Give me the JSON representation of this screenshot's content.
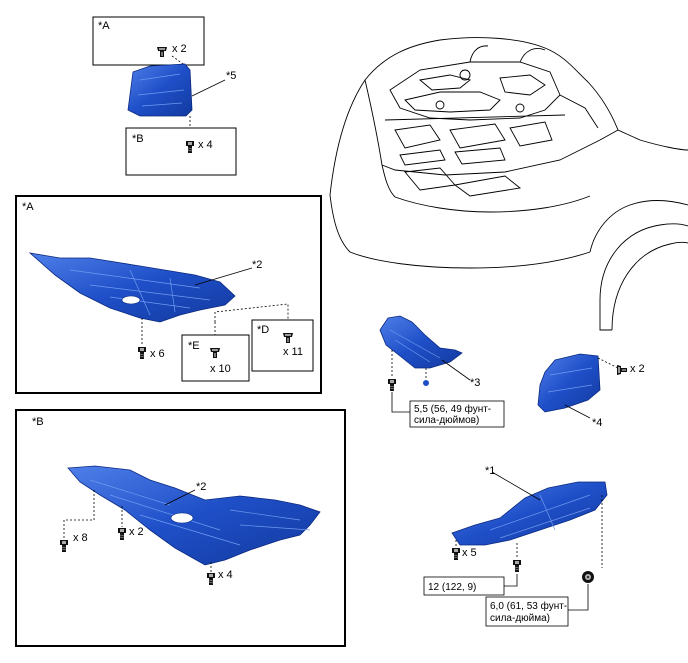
{
  "view_a_label": "*A",
  "view_b_label": "*B",
  "view_d_label": "*D",
  "view_e_label": "*E",
  "parts": {
    "p1": "*1",
    "p2_a": "*2",
    "p2_b": "*2",
    "p3": "*3",
    "p4": "*4",
    "p5": "*5"
  },
  "counts": {
    "top_a": "x 2",
    "top_b": "x 4",
    "a_x6": "x 6",
    "a_x10": "x 10",
    "a_x11": "x 11",
    "b_x8": "x 8",
    "b_x2": "x 2",
    "b_x4": "x 4",
    "p4_x2": "x 2",
    "p1_x5": "x 5"
  },
  "torques": {
    "t3_line1": "5,5 (56, 49 фунт-",
    "t3_line2": "сила-дюймов)",
    "t12": "12 (122, 9)",
    "t6_line1": "6,0 (61, 53 фунт-",
    "t6_line2": "сила-дюйма)"
  },
  "colors": {
    "part_fill": "#1f4fc8",
    "part_dark": "#123a9e",
    "part_light": "#4f7fe8"
  }
}
